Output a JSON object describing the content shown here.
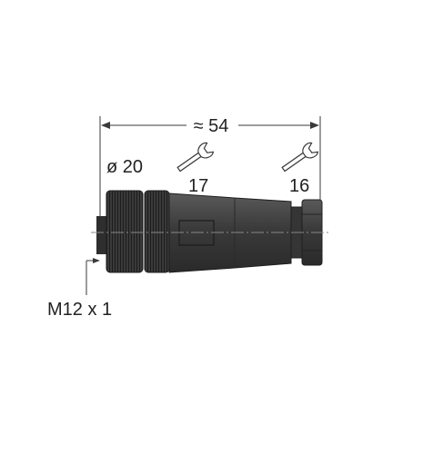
{
  "drawing": {
    "overall_length": "≈ 54",
    "diameter": "ø 20",
    "wrench_size_left": "17",
    "wrench_size_right": "16",
    "thread": "M12 x 1"
  },
  "colors": {
    "line": "#3a3a3a",
    "body_dark": "#2e2e2e",
    "body_mid": "#3c3c3c",
    "body_light": "#4a4a4a"
  },
  "icons": {
    "wrench_left": "wrench-icon",
    "wrench_right": "wrench-icon"
  }
}
